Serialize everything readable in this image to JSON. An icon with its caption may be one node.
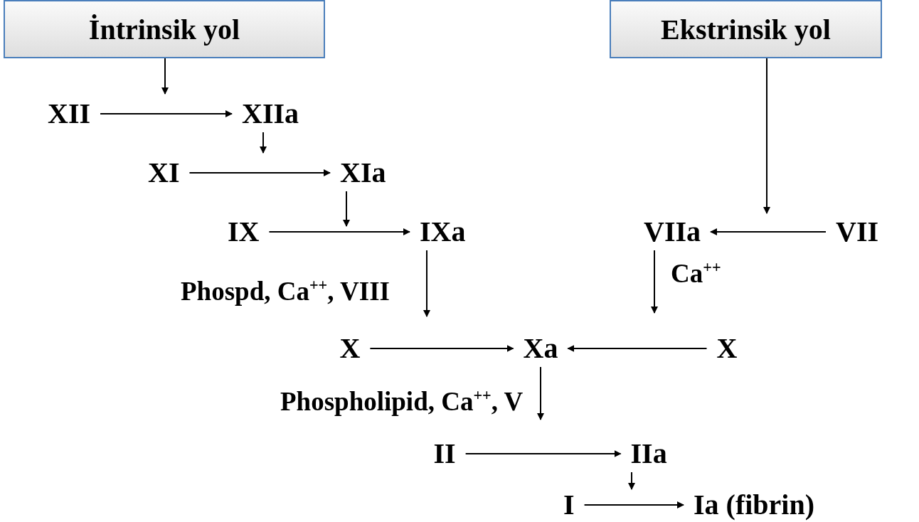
{
  "diagram": {
    "nodes": [
      {
        "text": [
          "İntrinsik yol"
        ]
      },
      {
        "text": [
          "Ekstrinsik yol"
        ]
      },
      {
        "text": [
          "XII"
        ]
      },
      {
        "text": [
          "XIIa"
        ]
      },
      {
        "text": [
          "XI"
        ]
      },
      {
        "text": [
          "XIa"
        ]
      },
      {
        "text": [
          "IX"
        ]
      },
      {
        "text": [
          "IXa"
        ]
      },
      {
        "text": [
          "VIIa"
        ]
      },
      {
        "text": [
          "VII"
        ]
      },
      {
        "text": [
          "X"
        ]
      },
      {
        "text": [
          "Xa"
        ]
      },
      {
        "text": [
          "X"
        ]
      },
      {
        "text": [
          "II"
        ]
      },
      {
        "text": [
          "IIa"
        ]
      },
      {
        "text": [
          "I"
        ]
      },
      {
        "text": [
          "Ia (fibrin)"
        ]
      }
    ],
    "edges": [
      {
        "from": 0,
        "to": null,
        "arrow": "to"
      },
      {
        "from": 2,
        "to": 3,
        "arrow": "to"
      },
      {
        "from": 3,
        "to": null,
        "arrow": "to"
      },
      {
        "from": 4,
        "to": 5,
        "arrow": "to"
      },
      {
        "from": 5,
        "to": null,
        "arrow": "to"
      },
      {
        "from": 6,
        "to": 7,
        "arrow": "to"
      },
      {
        "from": 1,
        "to": null,
        "arrow": "to"
      },
      {
        "from": 9,
        "to": 8,
        "arrow": "to"
      },
      {
        "from": 7,
        "to": null,
        "arrow": "to"
      },
      {
        "from": 8,
        "to": null,
        "arrow": "to"
      },
      {
        "from": 10,
        "to": 11,
        "arrow": "to"
      },
      {
        "from": 12,
        "to": 11,
        "arrow": "to"
      },
      {
        "from": 11,
        "to": null,
        "arrow": "to"
      },
      {
        "from": 13,
        "to": 14,
        "arrow": "to"
      },
      {
        "from": 14,
        "to": null,
        "arrow": "to"
      },
      {
        "from": 15,
        "to": 16,
        "arrow": "to"
      }
    ],
    "labels": [
      "Phospd, Ca$^{++}$, VIII",
      "Ca$^{++}$",
      "Phospholipid, Ca$^{++}$, V"
    ]
  }
}
